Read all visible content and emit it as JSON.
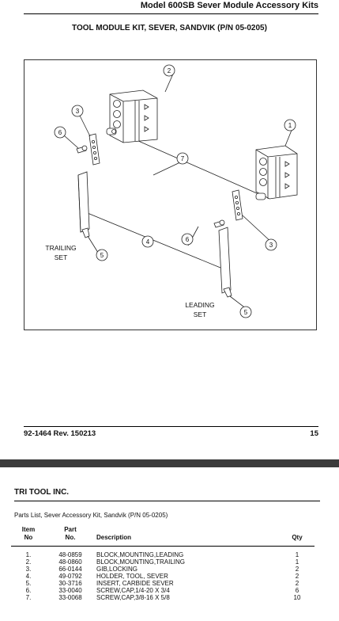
{
  "header": {
    "title": "Model 600SB Sever Module Accessory Kits"
  },
  "document": {
    "title": "TOOL MODULE KIT, SEVER, SANDVIK (P/N 05-0205)"
  },
  "diagram": {
    "callouts": [
      "1",
      "2",
      "3",
      "3",
      "4",
      "5",
      "5",
      "6",
      "6",
      "7"
    ],
    "labels": {
      "trailing": "TRAILING\nSET",
      "leading": "LEADING\nSET"
    }
  },
  "footer": {
    "doc_number": "92-1464 Rev. 150213",
    "page_number": "15"
  },
  "company": "TRI TOOL INC.",
  "parts_list": {
    "title": "Parts List, Sever Accessory Kit, Sandvik (P/N 05-0205)",
    "headers": {
      "item": "Item\nNo",
      "part": "Part\nNo.",
      "description": "Description",
      "qty": "Qty"
    },
    "rows": [
      {
        "item": "1.",
        "part": "48-0859",
        "description": "BLOCK,MOUNTING,LEADING",
        "qty": "1"
      },
      {
        "item": "2.",
        "part": "48-0860",
        "description": "BLOCK,MOUNTING,TRAILING",
        "qty": "1"
      },
      {
        "item": "3.",
        "part": "66-0144",
        "description": "GIB,LOCKING",
        "qty": "2"
      },
      {
        "item": "4.",
        "part": "49-0792",
        "description": "HOLDER, TOOL, SEVER",
        "qty": "2"
      },
      {
        "item": "5.",
        "part": "30-3716",
        "description": "INSERT, CARBIDE SEVER",
        "qty": "2"
      },
      {
        "item": "6.",
        "part": "33-0040",
        "description": "SCREW,CAP,1/4-20 X 3/4",
        "qty": "6"
      },
      {
        "item": "7.",
        "part": "33-0068",
        "description": "SCREW,CAP,3/8-16 X 5/8",
        "qty": "10"
      }
    ]
  }
}
